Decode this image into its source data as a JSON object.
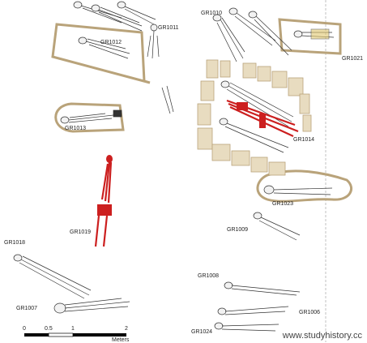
{
  "grave_labels": [
    {
      "id": "gr1010",
      "text": "GR1010"
    },
    {
      "id": "gr1011",
      "text": "GR1011"
    },
    {
      "id": "gr1012",
      "text": "GR1012"
    },
    {
      "id": "gr1021",
      "text": "GR1021"
    },
    {
      "id": "gr1013",
      "text": "GR1013"
    },
    {
      "id": "gr1014",
      "text": "GR1014"
    },
    {
      "id": "gr1019",
      "text": "GR1019"
    },
    {
      "id": "gr1023",
      "text": "GR1023"
    },
    {
      "id": "gr1009",
      "text": "GR1009"
    },
    {
      "id": "gr1018",
      "text": "GR1018"
    },
    {
      "id": "gr1007",
      "text": "GR1007"
    },
    {
      "id": "gr1008",
      "text": "GR1008"
    },
    {
      "id": "gr1006",
      "text": "GR1006"
    },
    {
      "id": "gr1024",
      "text": "GR1024"
    }
  ],
  "scale_bar": {
    "ticks": [
      "0",
      "0.5",
      "1",
      "2"
    ],
    "unit": "Meters"
  },
  "watermark": "www.studyhistory.cc",
  "colors": {
    "stone": "#e8dcc0",
    "stone_edge": "#b9a37a",
    "bone": "#f2f2f2",
    "outline": "#333333",
    "highlight_red": "#cc1f1f"
  }
}
